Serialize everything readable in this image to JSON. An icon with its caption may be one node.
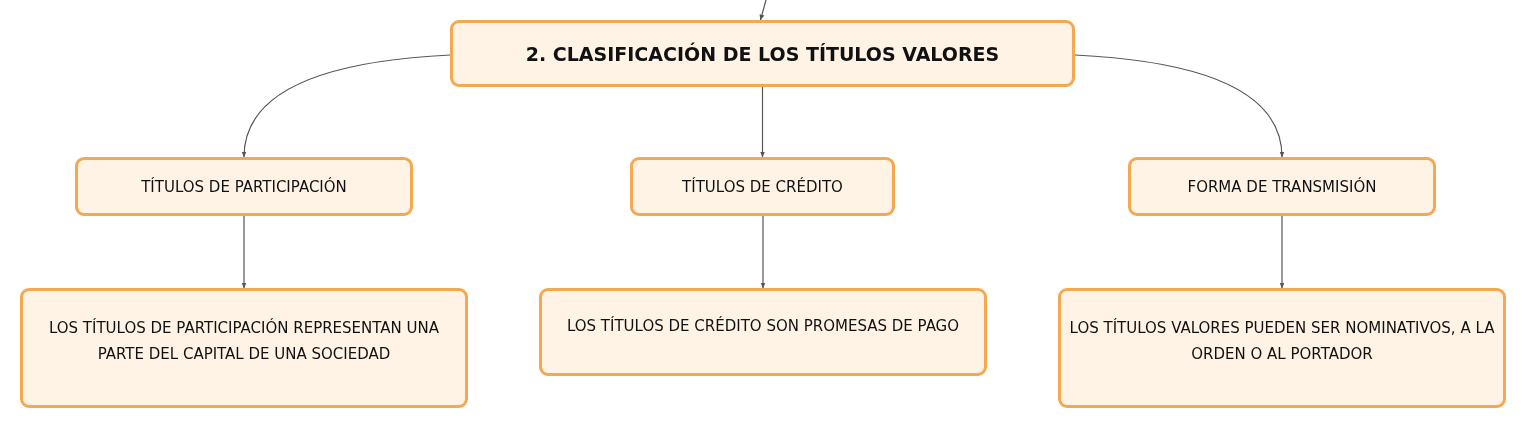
{
  "diagram": {
    "nodes": [
      {
        "text": [
          "2. CLASIFICACIÓN DE LOS TÍTULOS VALORES"
        ]
      },
      {
        "text": [
          "TÍTULOS DE PARTICIPACIÓN"
        ]
      },
      {
        "text": [
          "TÍTULOS DE CRÉDITO"
        ]
      },
      {
        "text": [
          "FORMA DE TRANSMISIÓN"
        ]
      },
      {
        "text": [
          "LOS TÍTULOS DE PARTICIPACIÓN REPRESENTAN UNA PARTE DEL CAPITAL DE UNA SOCIEDAD"
        ]
      },
      {
        "text": [
          "LOS TÍTULOS DE CRÉDITO SON PROMESAS DE PAGO"
        ]
      },
      {
        "text": [
          "LOS TÍTULOS VALORES PUEDEN SER NOMINATIVOS, A LA ORDEN O AL PORTADOR"
        ]
      }
    ],
    "edges": [
      {
        "from": null,
        "to": 0,
        "arrow": "to"
      },
      {
        "from": 0,
        "to": 1,
        "arrow": "to"
      },
      {
        "from": 0,
        "to": 2,
        "arrow": "to"
      },
      {
        "from": 0,
        "to": 3,
        "arrow": "to"
      },
      {
        "from": 1,
        "to": 4,
        "arrow": "to"
      },
      {
        "from": 2,
        "to": 5,
        "arrow": "to"
      },
      {
        "from": 3,
        "to": 6,
        "arrow": "to"
      }
    ]
  }
}
